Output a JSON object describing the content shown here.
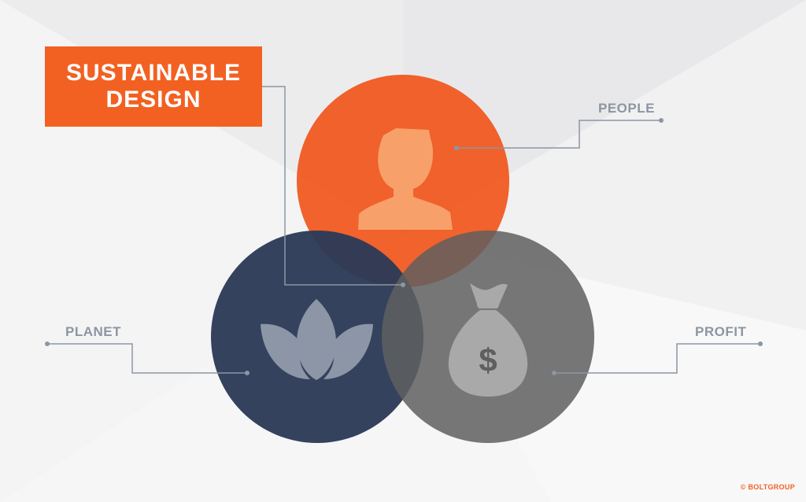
{
  "title": {
    "line1": "SUSTAINABLE",
    "line2": "DESIGN"
  },
  "circles": [
    {
      "key": "people",
      "label": "PEOPLE",
      "color": "#f05a22",
      "icon": "person-icon"
    },
    {
      "key": "planet",
      "label": "PLANET",
      "color": "#2c3a57",
      "icon": "lotus-icon"
    },
    {
      "key": "profit",
      "label": "PROFIT",
      "color": "#6f6f6f",
      "icon": "money-bag-icon"
    }
  ],
  "copyright": "© BOLTGROUP",
  "colors": {
    "accent": "#f26122",
    "label": "#8c96a2",
    "connector": "#8c96a2"
  }
}
